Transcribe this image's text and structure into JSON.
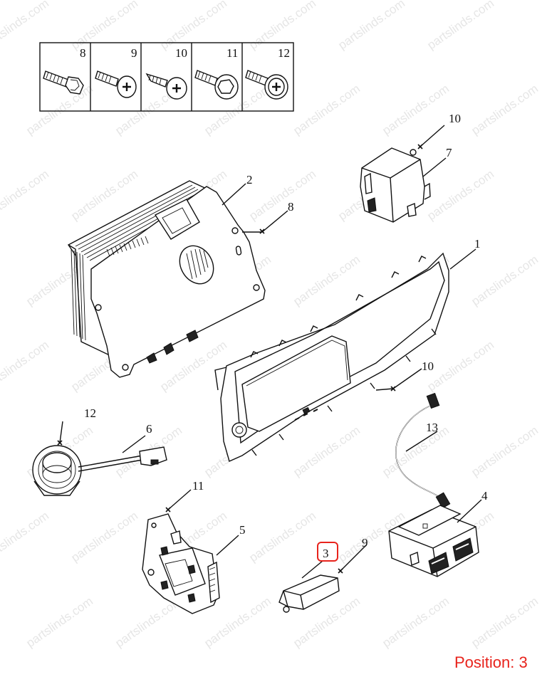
{
  "diagram": {
    "screw_table_numbers": [
      "8",
      "9",
      "10",
      "11",
      "12"
    ],
    "callouts": {
      "display_panel": "1",
      "audio_host": "2",
      "sensor_module": "3",
      "usb_socket": "4",
      "bracket": "5",
      "speaker_harness": "6",
      "control_module": "7",
      "host_screw": "8",
      "module_screw": "9",
      "module7_screw": "10",
      "panel_screw": "10",
      "bracket_screw": "11",
      "speaker_screw": "12",
      "usb_cable": "13"
    },
    "highlighted_callout": "3",
    "highlight_color": "#e8231c",
    "watermark": "partslinds.com"
  },
  "footer": {
    "position_label": "Position: 3"
  }
}
